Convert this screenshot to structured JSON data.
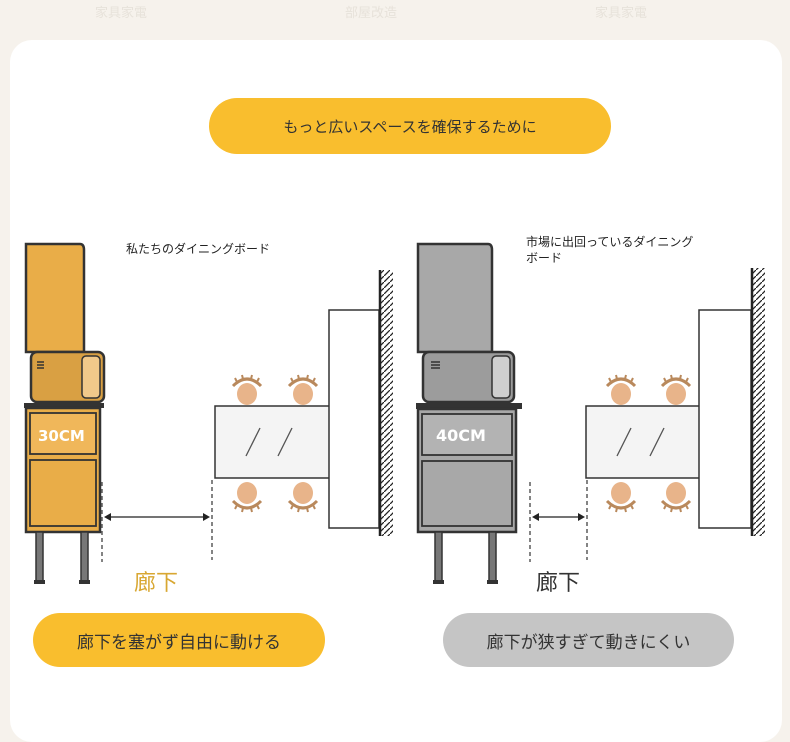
{
  "watermarks": [
    "家具家電",
    "部屋改造",
    "家具家電"
  ],
  "title": "もっと広いスペースを確保するために",
  "left": {
    "caption": "私たちのダイニングボード",
    "depth_label": "30CM",
    "corridor_label": "廊下",
    "verdict": "廊下を塞がず自由に動ける"
  },
  "right": {
    "caption": "市場に出回っているダイニングボード",
    "depth_label": "40CM",
    "corridor_label": "廊下",
    "verdict": "廊下が狭すぎて動きにくい"
  },
  "colors": {
    "orange": "#e9ad48",
    "orange_dark": "#d49a35",
    "gray": "#a8a8a8",
    "pill_orange": "#f9be2e",
    "pill_gray": "#c5c5c5",
    "chair": "#e8b48a",
    "chair_outline": "#b9895c"
  }
}
